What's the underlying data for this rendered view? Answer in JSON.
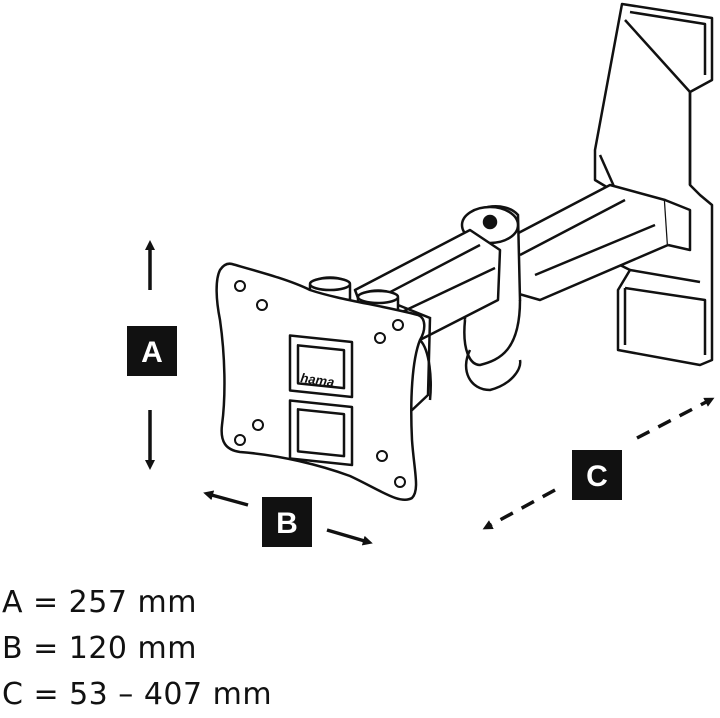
{
  "diagram": {
    "brand": "hama",
    "labels": {
      "a": "A",
      "b": "B",
      "c": "C"
    }
  },
  "dimensions": [
    {
      "key": "A",
      "sign": "=",
      "value": "257 mm"
    },
    {
      "key": "B",
      "sign": "=",
      "value": "120 mm"
    },
    {
      "key": "C",
      "sign": "=",
      "value": "53 – 407 mm"
    }
  ]
}
